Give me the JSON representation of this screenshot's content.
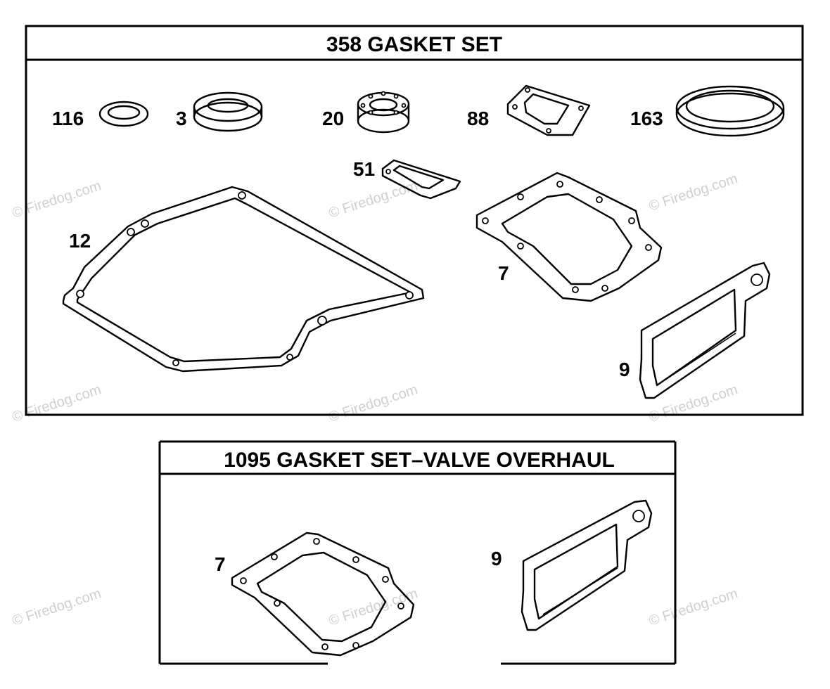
{
  "watermark": "© Firedog.com",
  "top_panel": {
    "title": "358 GASKET SET",
    "labels": [
      "116",
      "3",
      "20",
      "88",
      "163",
      "51",
      "12",
      "7",
      "9"
    ]
  },
  "bottom_panel": {
    "title": "1095 GASKET SET–VALVE OVERHAUL",
    "labels": [
      "7",
      "9"
    ]
  }
}
